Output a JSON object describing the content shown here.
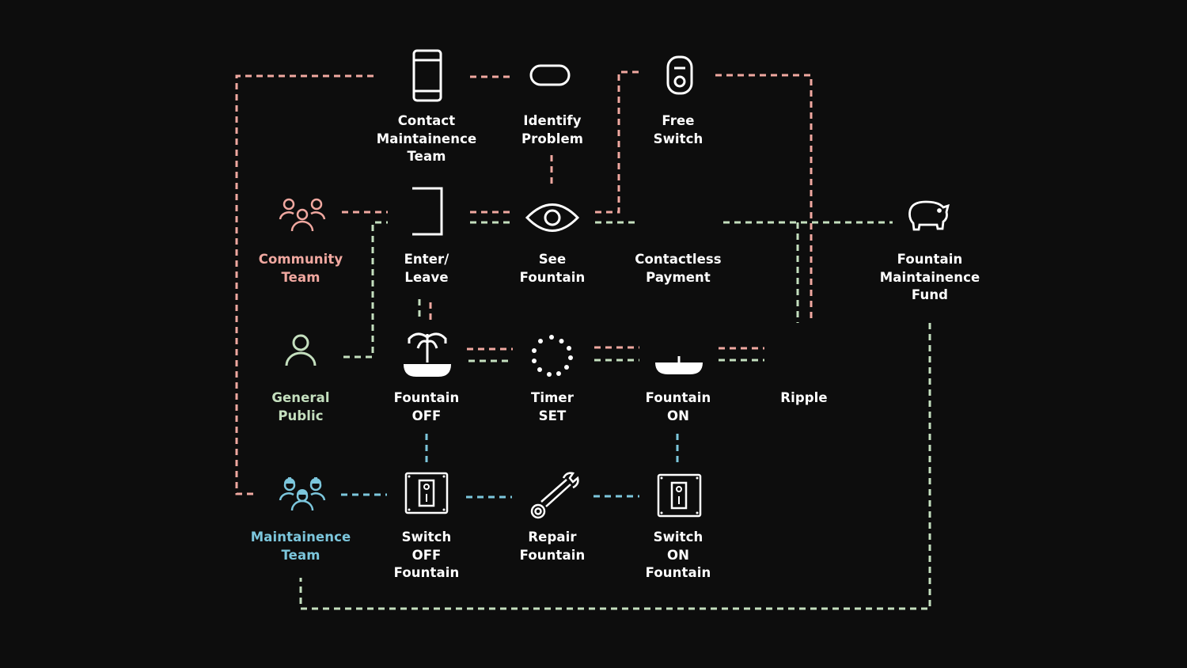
{
  "colors": {
    "background": "#0d0d0d",
    "icon": "#ffffff",
    "community": "#f0a8a0",
    "public": "#c4dfbe",
    "maintenance": "#7cc6dc"
  },
  "nodes": {
    "contact_team": {
      "label": "Contact\nMaintainence\nTeam",
      "icon": "phone-icon"
    },
    "identify_problem": {
      "label": "Identify\nProblem",
      "icon": "pill-shape-icon"
    },
    "free_switch": {
      "label": "Free\nSwitch",
      "icon": "switch-fob-icon"
    },
    "community_team": {
      "label": "Community\nTeam",
      "icon": "group-people-icon"
    },
    "enter_leave": {
      "label": "Enter/\nLeave",
      "icon": "doorway-icon"
    },
    "see_fountain": {
      "label": "See\nFountain",
      "icon": "eye-icon"
    },
    "contactless_payment": {
      "label": "Contactless\nPayment",
      "icon": ""
    },
    "maintenance_fund": {
      "label": "Fountain\nMaintainence\nFund",
      "icon": "piggy-bank-icon"
    },
    "general_public": {
      "label": "General\nPublic",
      "icon": "person-icon"
    },
    "fountain_off": {
      "label": "Fountain\nOFF",
      "icon": "fountain-icon"
    },
    "timer_set": {
      "label": "Timer\nSET",
      "icon": "dotted-circle-icon"
    },
    "fountain_on": {
      "label": "Fountain\nON",
      "icon": "fountain-basin-icon"
    },
    "ripple": {
      "label": "Ripple",
      "icon": ""
    },
    "maintenance_team": {
      "label": "Maintainence\nTeam",
      "icon": "worker-group-icon"
    },
    "switch_off": {
      "label": "Switch\nOFF\nFountain",
      "icon": "wall-switch-icon"
    },
    "repair_fountain": {
      "label": "Repair\nFountain",
      "icon": "wrench-icon"
    },
    "switch_on": {
      "label": "Switch\nON\nFountain",
      "icon": "wall-switch-icon"
    }
  }
}
